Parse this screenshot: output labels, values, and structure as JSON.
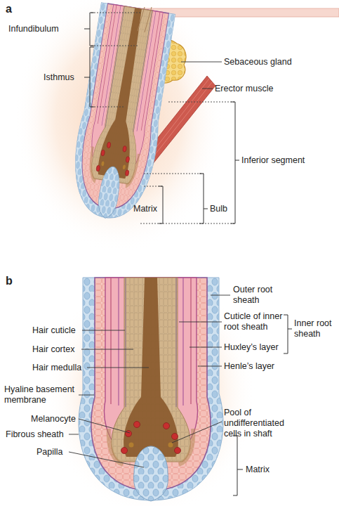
{
  "diagram": {
    "labels": [
      "a",
      "Infundibulum",
      "Isthmus",
      "Sebaceous gland",
      "Erector muscle",
      "Inferior segment",
      "Matrix",
      "Bulb",
      "b",
      "Outer root sheath",
      "Cuticle of inner root sheath",
      "Inner root sheath",
      "Huxley’s layer",
      "Hair cuticle",
      "Henle’s layer",
      "Hair cortex",
      "Hair medulla",
      "Hyaline basement membrane",
      "Pool of undifferentiated cells in shaft",
      "Melanocyte",
      "Fibrous sheath",
      "Papilla",
      "Matrix"
    ]
  }
}
